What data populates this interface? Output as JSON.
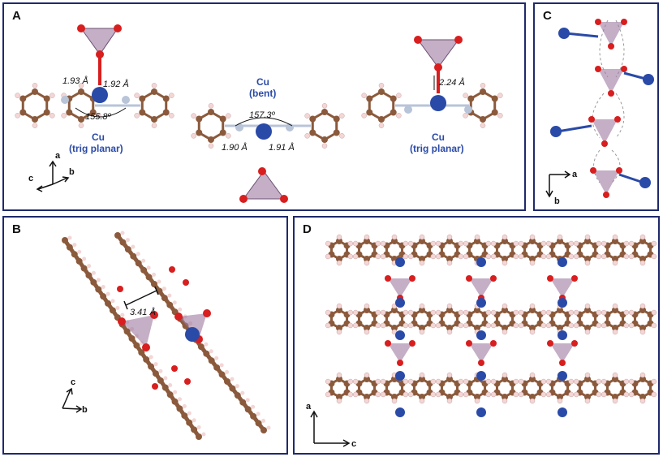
{
  "panels": {
    "a": {
      "label": "A",
      "cu_left": {
        "line1": "Cu",
        "line2": "(trig planar)"
      },
      "cu_center": {
        "line1": "Cu",
        "line2": "(bent)"
      },
      "cu_right": {
        "line1": "Cu",
        "line2": "(trig planar)"
      },
      "bond_left_1": "1.93 Å",
      "bond_left_2": "1.92 Å",
      "angle_left": "155.8º",
      "angle_center": "157.3º",
      "bond_center_1": "1.90 Å",
      "bond_center_2": "1.91 Å",
      "bond_right": "2.24 Å",
      "axes": {
        "up": "a",
        "left": "c",
        "right": "b"
      }
    },
    "b": {
      "label": "B",
      "distance": "3.41 Å",
      "axes": {
        "up": "c",
        "right": "b"
      }
    },
    "c": {
      "label": "C",
      "axes": {
        "right": "a",
        "down": "b"
      }
    },
    "d": {
      "label": "D",
      "axes": {
        "up": "a",
        "right": "c"
      }
    }
  },
  "colors": {
    "frame": "#1f2a6b",
    "carbon": "#8b5a3c",
    "hydrogen": "#f3d6d6",
    "nitrogen": "#b8c4d8",
    "copper": "#2a4aa8",
    "oxygen": "#d81e1e",
    "sulfate": "#9c7aa0"
  }
}
